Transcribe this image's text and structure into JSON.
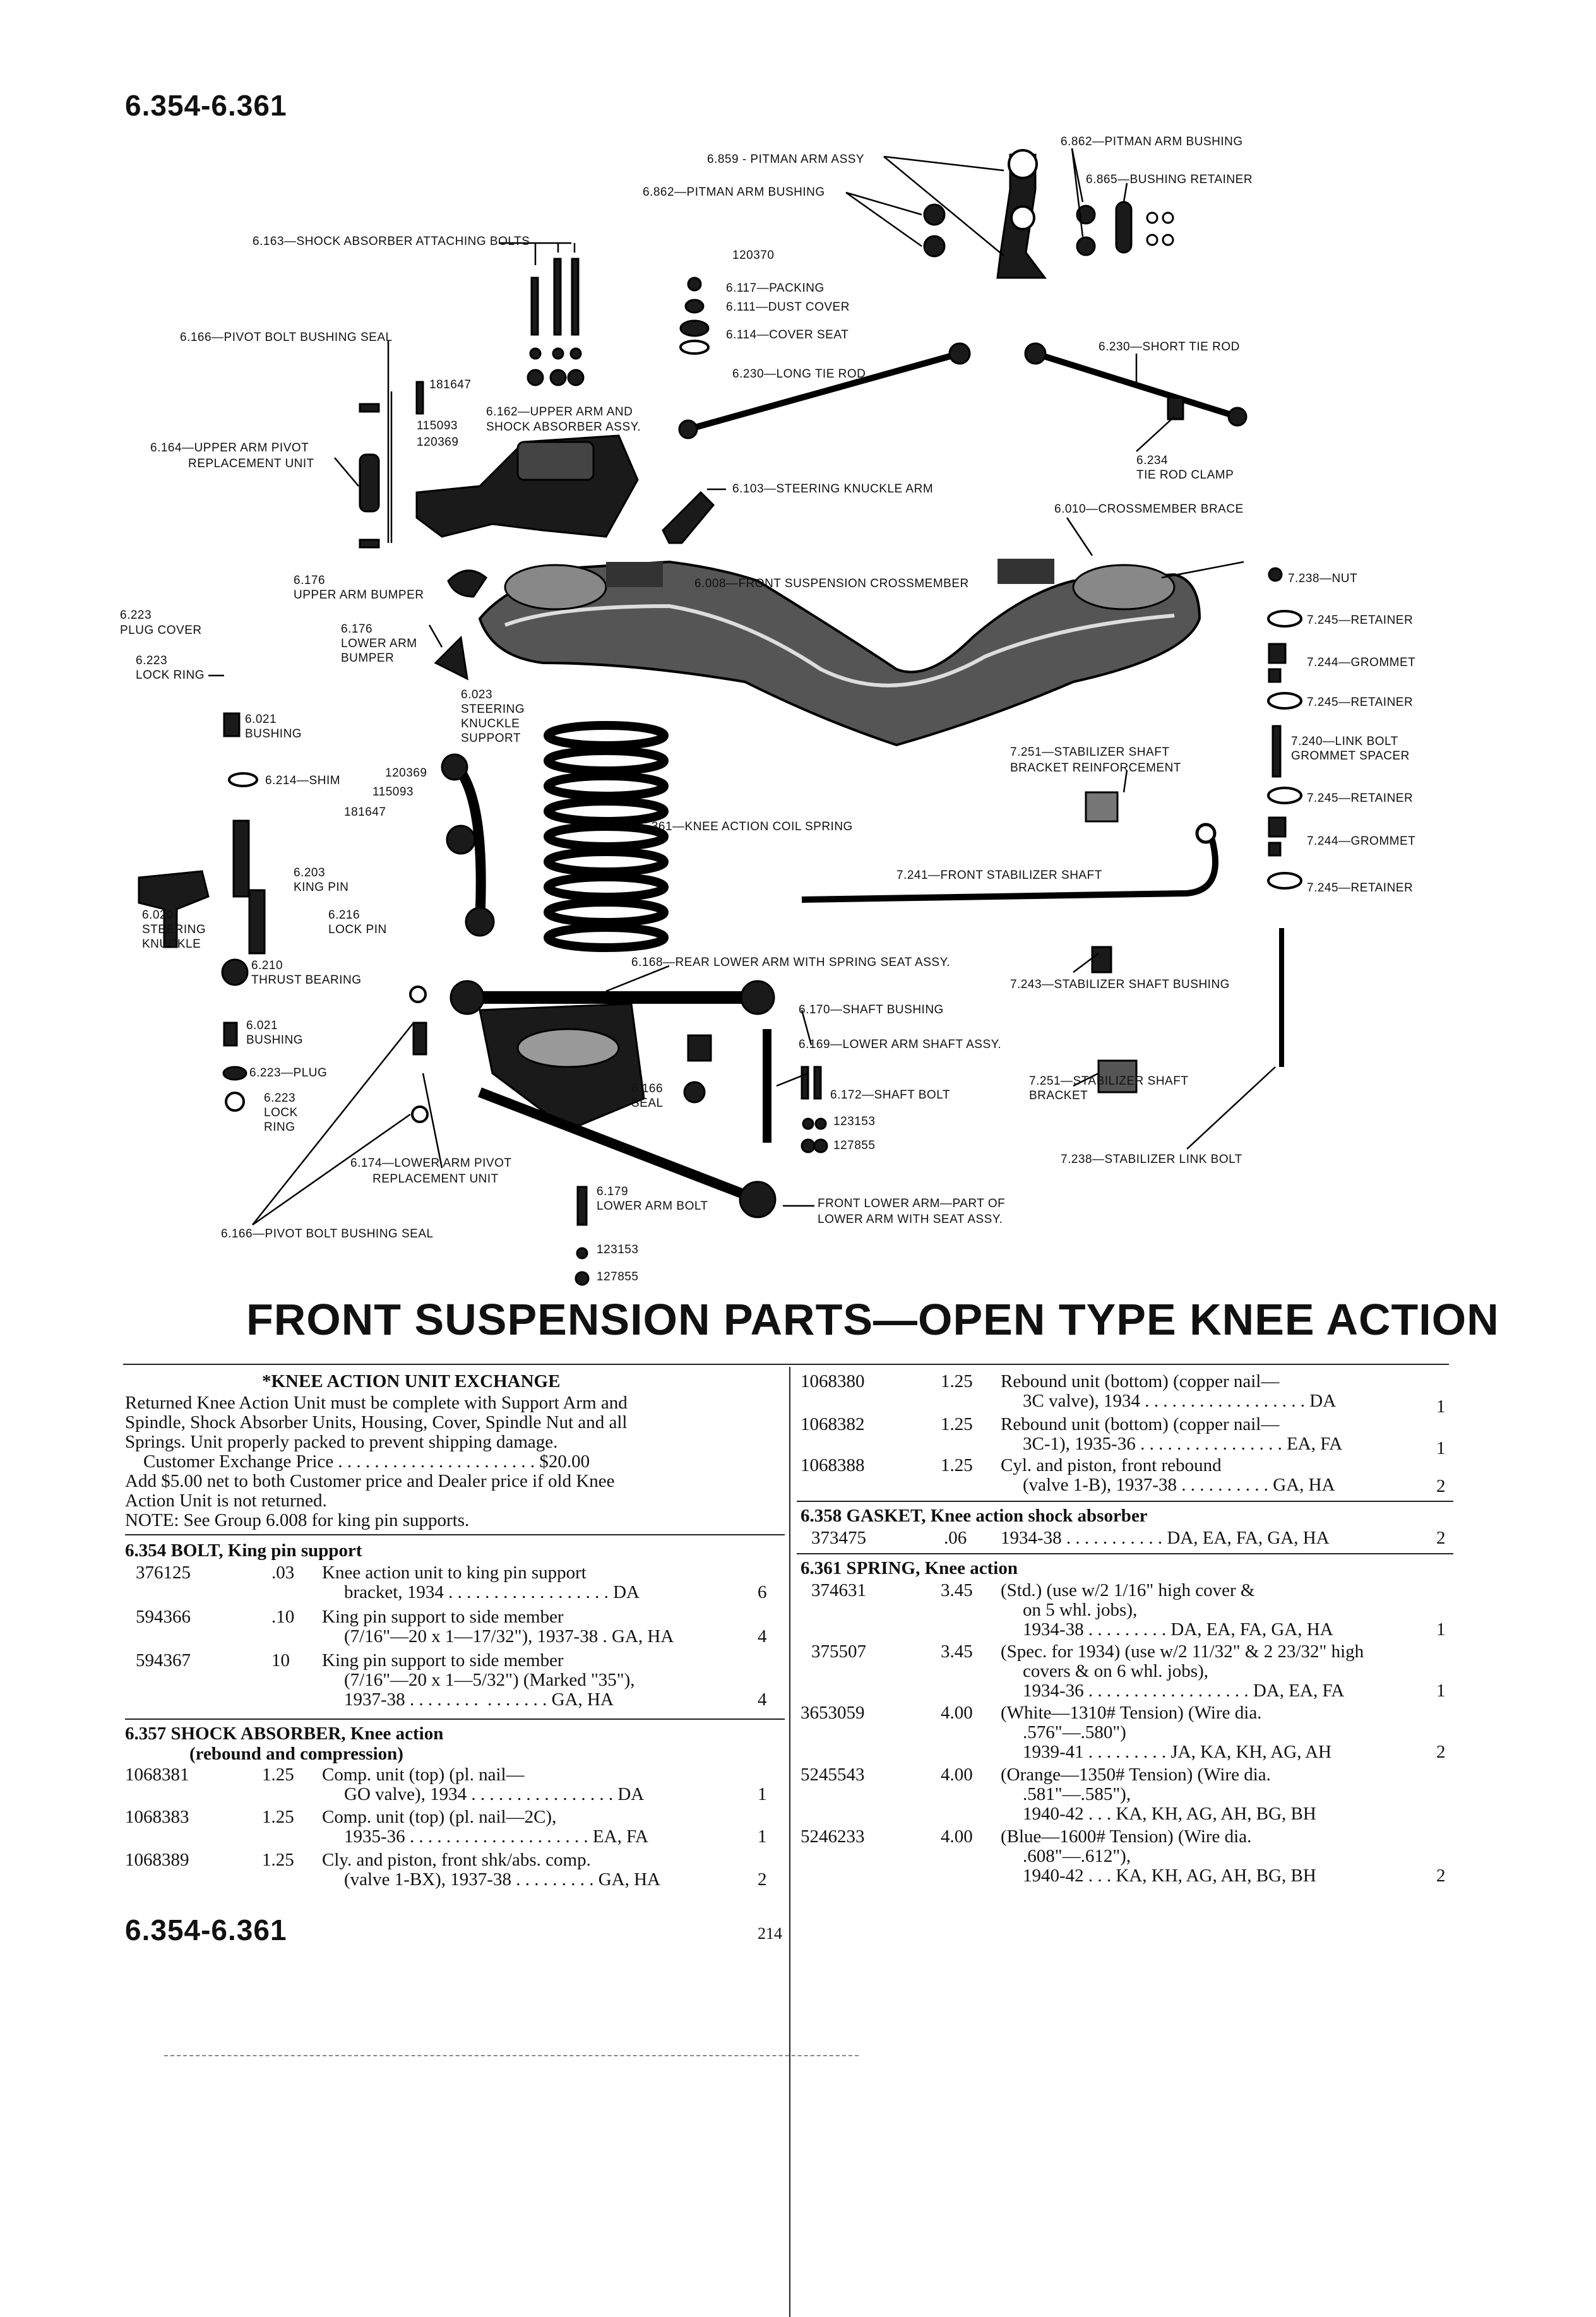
{
  "page": {
    "header_top": "6.354-6.361",
    "header_bottom": "6.354-6.361",
    "page_number": "214",
    "title": "FRONT SUSPENSION PARTS—OPEN TYPE KNEE ACTION"
  },
  "diagram_labels": {
    "l6859": "6.859 - PITMAN ARM ASSY",
    "l6862a": "6.862—PITMAN ARM BUSHING",
    "l6862b": "6.862—PITMAN ARM BUSHING",
    "l6865": "6.865—BUSHING RETAINER",
    "l6163": "6.163—SHOCK ABSORBER ATTACHING BOLTS",
    "l120370": "120370",
    "l6117": "6.117—PACKING",
    "l6111": "6.111—DUST COVER",
    "l6114": "6.114—COVER SEAT",
    "l6166a": "6.166—PIVOT BOLT BUSHING SEAL",
    "l6230s": "6.230—SHORT TIE ROD",
    "l6230l": "6.230—LONG TIE ROD",
    "l181647a": "181647",
    "l6162a": "6.162—UPPER ARM AND",
    "l6162b": "SHOCK ABSORBER ASSY.",
    "l115093a": "115093",
    "l120369a": "120369",
    "l6164a": "6.164—UPPER ARM PIVOT",
    "l6164b": "REPLACEMENT UNIT",
    "l6234a": "6.234",
    "l6234b": "TIE ROD CLAMP",
    "l6103": "6.103—STEERING KNUCKLE ARM",
    "l6010": "6.010—CROSSMEMBER BRACE",
    "l6176a1": "6.176",
    "l6176a2": "UPPER ARM BUMPER",
    "l6008": "6.008—FRONT SUSPENSION CROSSMEMBER",
    "l7238n": "7.238—NUT",
    "l6223a1": "6.223",
    "l6223a2": "PLUG COVER",
    "l6176b1": "6.176",
    "l6176b2": "LOWER ARM",
    "l6176b3": "BUMPER",
    "l7245a": "7.245—RETAINER",
    "l6223b1": "6.223",
    "l6223b2": "LOCK RING",
    "l7244a": "7.244—GROMMET",
    "l7245b": "7.245—RETAINER",
    "l6021a1": "6.021",
    "l6021a2": "BUSHING",
    "l6023a": "6.023",
    "l6023b": "STEERING",
    "l6023c": "KNUCKLE",
    "l6023d": "SUPPORT",
    "l7240a": "7.240—LINK BOLT",
    "l7240b": "GROMMET SPACER",
    "l7251ra": "7.251—STABILIZER SHAFT",
    "l7251rb": "BRACKET REINFORCEMENT",
    "l6214": "6.214—SHIM",
    "l120369b": "120369",
    "l115093b": "115093",
    "l181647b": "181647",
    "l6361": "6.361—KNEE ACTION COIL SPRING",
    "l7245c": "7.245—RETAINER",
    "l7244b": "7.244—GROMMET",
    "l6203a": "6.203",
    "l6203b": "KING PIN",
    "l7241": "7.241—FRONT STABILIZER SHAFT",
    "l7245d": "7.245—RETAINER",
    "l6020a": "6.020",
    "l6020b": "STEERING",
    "l6020c": "KNUCKLE",
    "l6216a": "6.216",
    "l6216b": "LOCK PIN",
    "l6210a": "6.210",
    "l6210b": "THRUST BEARING",
    "l6168": "6.168—REAR LOWER ARM WITH SPRING SEAT ASSY.",
    "l7243": "7.243—STABILIZER SHAFT BUSHING",
    "l6021b1": "6.021",
    "l6021b2": "BUSHING",
    "l6170": "6.170—SHAFT BUSHING",
    "l6169": "6.169—LOWER ARM SHAFT ASSY.",
    "l6223c": "6.223—PLUG",
    "l7251ba": "7.251—STABILIZER SHAFT",
    "l7251bb": "BRACKET",
    "l6223d1": "6.223",
    "l6223d2": "LOCK",
    "l6223d3": "RING",
    "l6166b1": "6.166",
    "l6166b2": "SEAL",
    "l6172": "6.172—SHAFT BOLT",
    "l123153a": "123153",
    "l127855a": "127855",
    "l7238l": "7.238—STABILIZER LINK BOLT",
    "l6174a": "6.174—LOWER ARM PIVOT",
    "l6174b": "REPLACEMENT UNIT",
    "l6179a": "6.179",
    "l6179b": "LOWER ARM BOLT",
    "l6fla": "FRONT LOWER ARM—PART OF",
    "l6flb": "LOWER ARM WITH SEAT ASSY.",
    "l6166c": "6.166—PIVOT BOLT BUSHING SEAL",
    "l123153b": "123153",
    "l127855b": "127855"
  },
  "left_column": {
    "exchange_heading": "*KNEE ACTION UNIT EXCHANGE",
    "exchange_lines": [
      "Returned Knee Action Unit must be complete with Support Arm and",
      "Spindle, Shock Absorber Units, Housing, Cover, Spindle Nut and all",
      "Springs.  Unit properly packed to prevent shipping damage.",
      "    Customer Exchange Price . . . . . . . . . . . . . . . . . . . . . . $20.00",
      "Add $5.00 net to both Customer price and Dealer price if old Knee",
      "Action Unit is not returned.",
      "NOTE: See Group 6.008 for king pin supports."
    ],
    "section_6354": "6.354  BOLT, King pin support",
    "rows_6354": [
      {
        "part": "376125",
        "price": ".03",
        "desc1": "Knee action unit to king pin support",
        "desc2": "bracket, 1934 . . . . . . . . . . . . . . . . . . DA",
        "qty": "6"
      },
      {
        "part": "594366",
        "price": ".10",
        "desc1": "King pin support to side member",
        "desc2": "(7/16\"—20 x 1—17/32\"), 1937-38 . GA, HA",
        "qty": "4"
      },
      {
        "part": "594367",
        "price": "10",
        "desc1": "King pin support to side member",
        "desc2": "(7/16\"—20 x 1—5/32\") (Marked \"35\"),",
        "desc3": "1937-38 . . . . . . . .  . . . . . . . GA, HA",
        "qty": "4"
      }
    ],
    "section_6357": "6.357  SHOCK ABSORBER, Knee action",
    "section_6357b": "(rebound and compression)",
    "rows_6357": [
      {
        "part": "1068381",
        "price": "1.25",
        "desc1": "Comp. unit (top) (pl. nail—",
        "desc2": "GO valve), 1934 . . . . . . . . . . . . . . . . DA",
        "qty": "1"
      },
      {
        "part": "1068383",
        "price": "1.25",
        "desc1": "Comp. unit (top) (pl. nail—2C),",
        "desc2": "1935-36 . . . . . . . . . . . . . . . . . . . . EA, FA",
        "qty": "1"
      },
      {
        "part": "1068389",
        "price": "1.25",
        "desc1": "Cly. and piston, front shk/abs. comp.",
        "desc2": "(valve 1-BX), 1937-38 . . . . . . . . . GA, HA",
        "qty": "2"
      }
    ]
  },
  "right_column": {
    "rows_top": [
      {
        "part": "1068380",
        "price": "1.25",
        "desc1": "Rebound unit (bottom) (copper nail—",
        "desc2": "3C valve), 1934 . . . . . . . . . . . . . . . . . . DA",
        "qty": "1"
      },
      {
        "part": "1068382",
        "price": "1.25",
        "desc1": "Rebound unit (bottom) (copper nail—",
        "desc2": "3C-1), 1935-36 . . . . . . . . . . . . . . . . EA, FA",
        "qty": "1"
      },
      {
        "part": "1068388",
        "price": "1.25",
        "desc1": "Cyl. and piston, front rebound",
        "desc2": "(valve 1-B), 1937-38 . . . . . . . . . . GA, HA",
        "qty": "2"
      }
    ],
    "section_6358": "6.358  GASKET, Knee action shock absorber",
    "row_6358": {
      "part": "373475",
      "price": ".06",
      "desc1": "1934-38 . . . . . . . . . . . DA, EA, FA, GA, HA",
      "qty": "2"
    },
    "section_6361": "6.361  SPRING, Knee action",
    "rows_6361": [
      {
        "part": "374631",
        "price": "3.45",
        "desc1": "(Std.) (use w/2 1/16\" high cover &",
        "desc2": "on 5 whl. jobs),",
        "desc3": "1934-38 . . . . . . . . . DA, EA, FA, GA, HA",
        "qty": "1"
      },
      {
        "part": "375507",
        "price": "3.45",
        "desc1": "(Spec. for 1934) (use w/2 11/32\" & 2 23/32\" high",
        "desc2": "covers & on 6 whl. jobs),",
        "desc3": "1934-36 . . . . . . . . . . . . . . . . . . DA, EA, FA",
        "qty": "1"
      },
      {
        "part": "3653059",
        "price": "4.00",
        "desc1": "(White—1310# Tension) (Wire dia.",
        "desc2": ".576\"—.580\")",
        "desc3": "1939-41 . . . . . . . . . JA, KA, KH, AG, AH",
        "qty": "2"
      },
      {
        "part": "5245543",
        "price": "4.00",
        "desc1": "(Orange—1350# Tension) (Wire dia.",
        "desc2": ".581\"—.585\"),",
        "desc3": "1940-42 . . . KA, KH, AG, AH, BG, BH",
        "qty": ""
      },
      {
        "part": "5246233",
        "price": "4.00",
        "desc1": "(Blue—1600# Tension) (Wire dia.",
        "desc2": ".608\"—.612\"),",
        "desc3": "1940-42 . . . KA, KH, AG, AH, BG, BH",
        "qty": "2"
      }
    ]
  }
}
